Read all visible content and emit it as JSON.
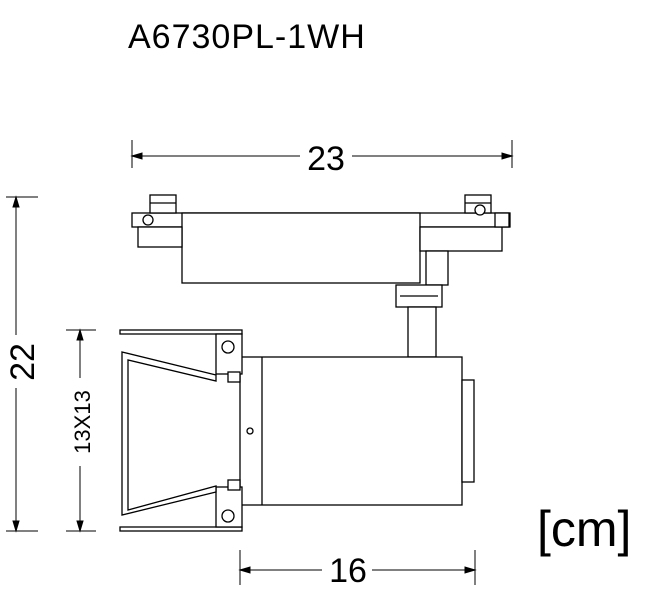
{
  "title": "A6730PL-1WH",
  "dimensions": {
    "width_top": "23",
    "height_total": "22",
    "head_size": "13X13",
    "head_length": "16"
  },
  "unit": "[cm]"
}
